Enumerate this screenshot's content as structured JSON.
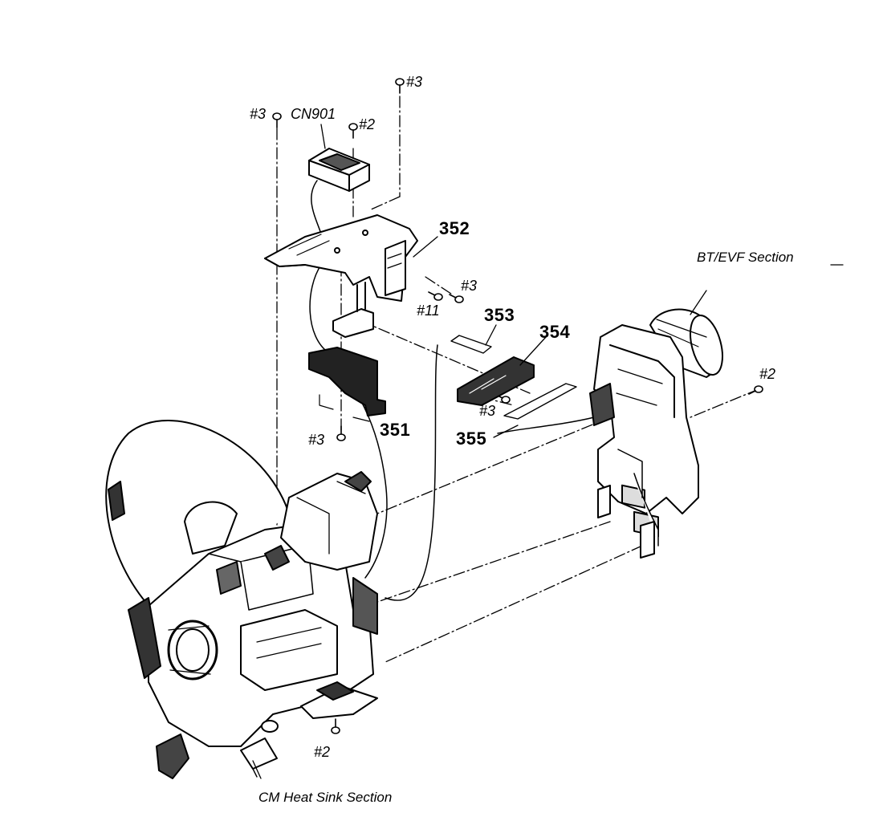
{
  "figure": {
    "parts": {
      "p351": "351",
      "p352": "352",
      "p353": "353",
      "p354": "354",
      "p355": "355"
    },
    "connector": "CN901",
    "screws": {
      "s_top": "#3",
      "s_topleft": "#3",
      "s_cn901": "#2",
      "s_right_a": "#3",
      "s_right_b": "#11",
      "s_mid": "#3",
      "s_left_lower": "#3",
      "s_bt_evf": "#2",
      "s_bottom": "#2"
    },
    "sections": {
      "bt_evf": "BT/EVF Section",
      "cm_heat_sink": "CM Heat Sink Section"
    }
  }
}
